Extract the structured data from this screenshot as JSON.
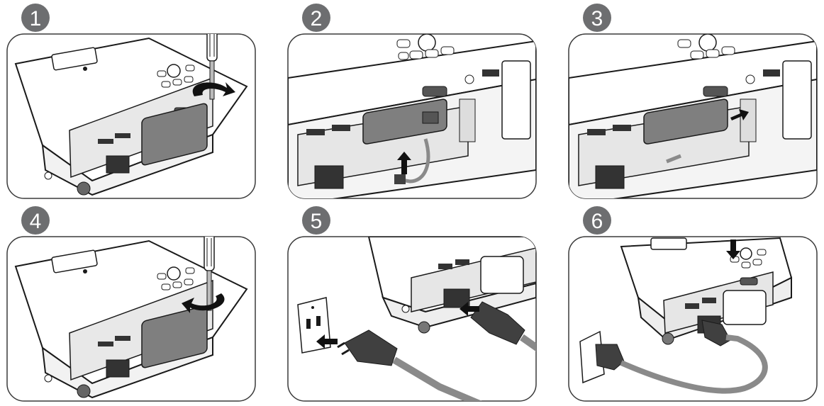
{
  "steps": [
    {
      "number": "1",
      "action": "unscrew-cover"
    },
    {
      "number": "2",
      "action": "insert-usb-cable"
    },
    {
      "number": "3",
      "action": "attach-dongle"
    },
    {
      "number": "4",
      "action": "tighten-cover"
    },
    {
      "number": "5",
      "action": "connect-power-cord"
    },
    {
      "number": "6",
      "action": "press-power-button"
    }
  ],
  "colors": {
    "badge": "#6d6e70",
    "panel_border": "#3a3a3a",
    "projector_body": "#ffffff",
    "projector_side": "#d9d9d9",
    "cover": "#7f7f7f",
    "arrow": "#111111",
    "cable": "#8a8a8a",
    "plug": "#404040"
  },
  "icons": [
    "screwdriver-icon",
    "rotate-arrow-icon",
    "push-arrow-icon",
    "usb-dongle-icon",
    "power-plug-icon",
    "wall-outlet-icon"
  ]
}
